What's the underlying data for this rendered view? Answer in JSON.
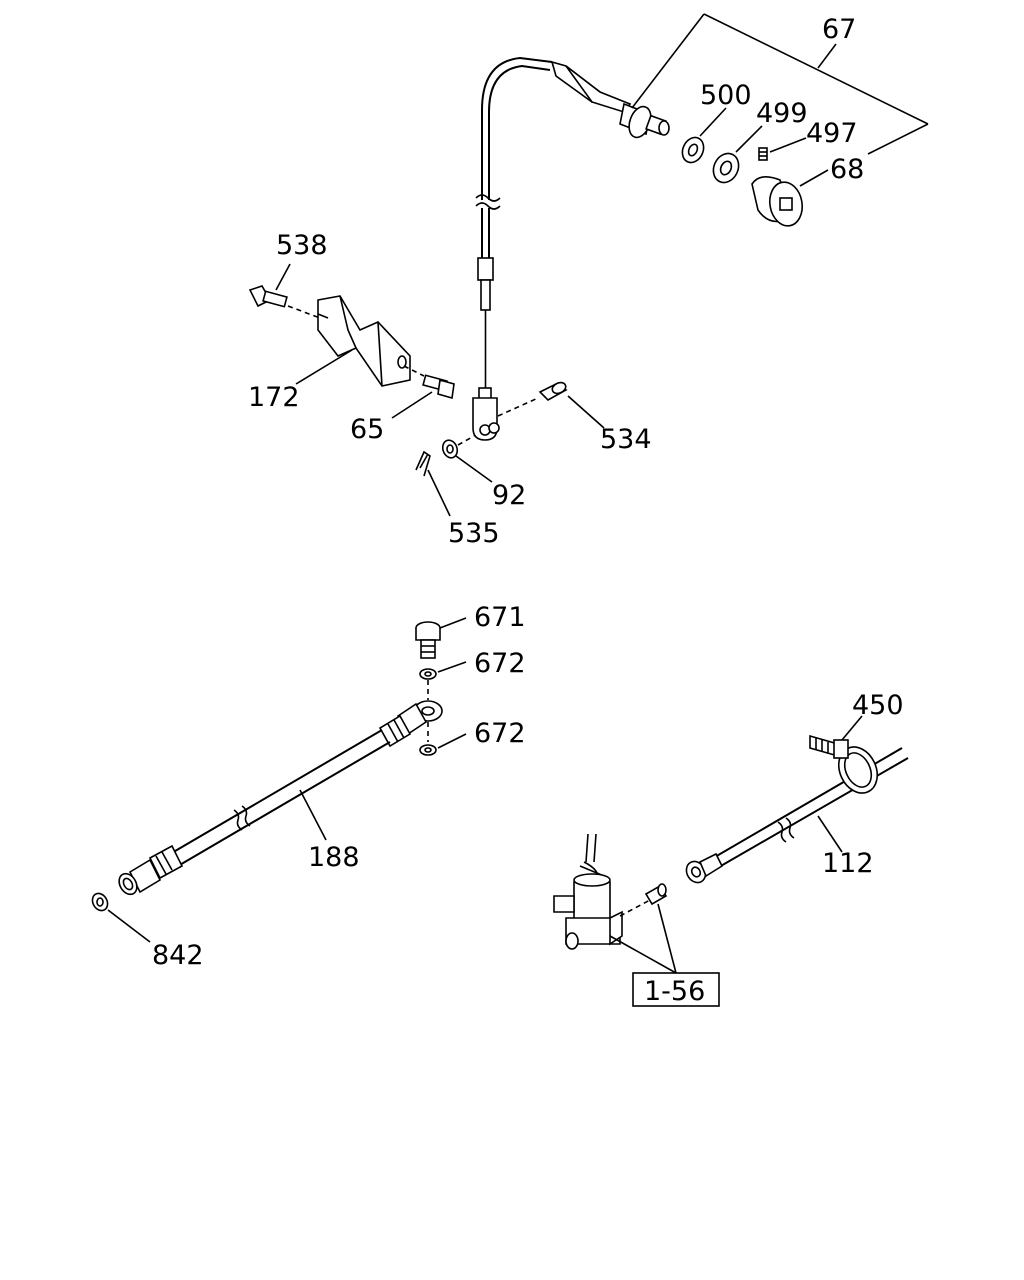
{
  "labels": {
    "p67": "67",
    "p500": "500",
    "p499": "499",
    "p497": "497",
    "p68": "68",
    "p538": "538",
    "p172": "172",
    "p65": "65",
    "p534": "534",
    "p92": "92",
    "p535": "535",
    "p671": "671",
    "p672a": "672",
    "p672b": "672",
    "p188": "188",
    "p842": "842",
    "p450": "450",
    "p112": "112",
    "ref156": "1-56"
  }
}
